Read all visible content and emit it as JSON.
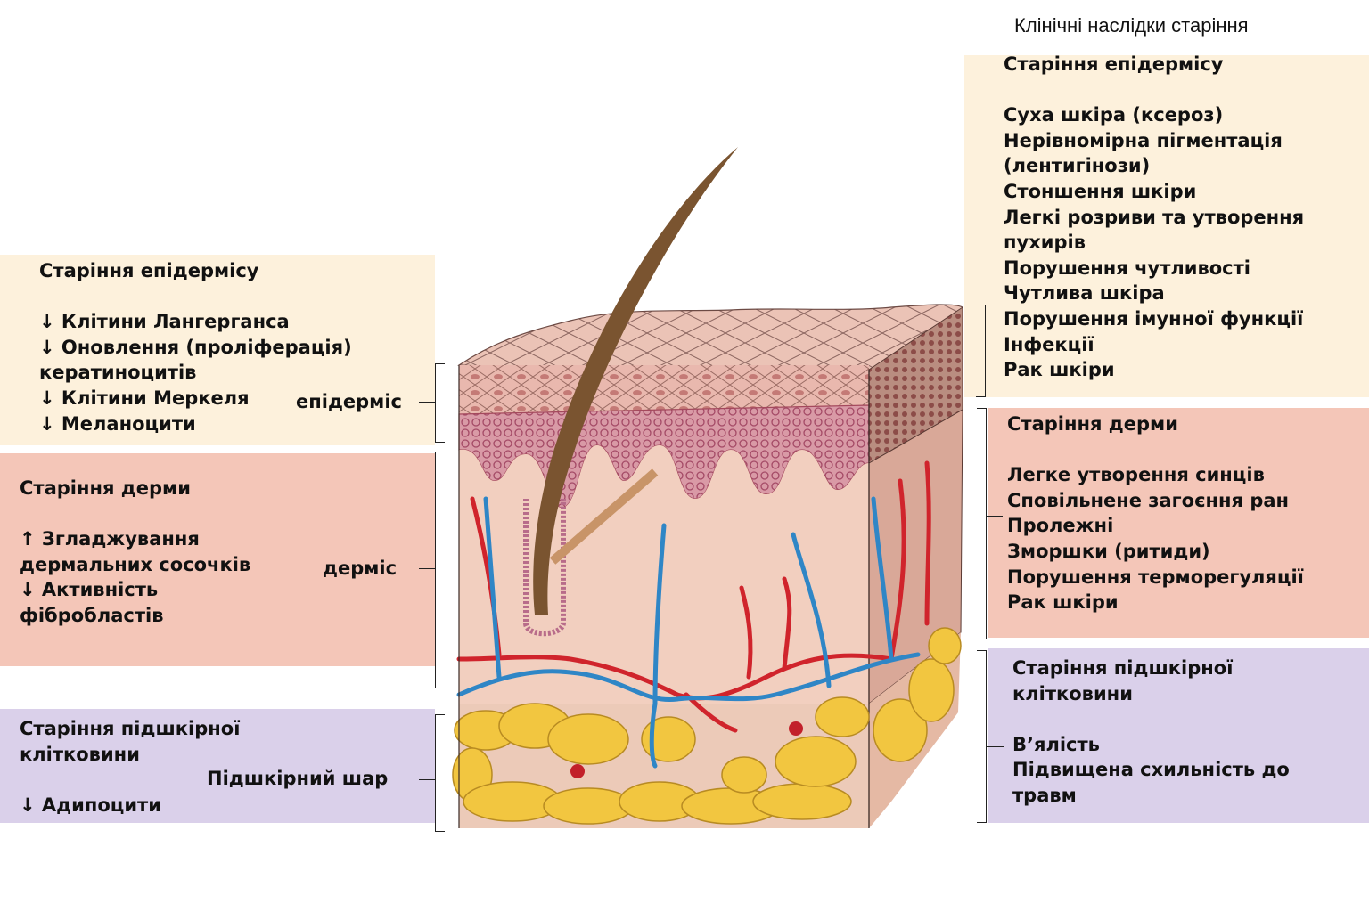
{
  "title": "Клінічні наслідки старіння",
  "colors": {
    "epidermis_panel": "#fdf1dc",
    "dermis_panel": "#f4c6b8",
    "subcutis_panel": "#dad0ea",
    "artery": "#d0242c",
    "vein": "#2f86c6",
    "fat": "#f2c640",
    "hair": "#7a5430"
  },
  "layer_labels": {
    "epidermis": "епідерміс",
    "dermis": "дерміс",
    "subcutis": "Підшкірний шар"
  },
  "left": {
    "epidermis": {
      "heading": "Старіння епідермісу",
      "items": [
        "↓ Клітини Лангерганса",
        "↓ Оновлення (проліферація)",
        "кератиноцитів",
        "↓ Клітини Меркеля",
        "↓ Меланоцити"
      ]
    },
    "dermis": {
      "heading": "Старіння дерми",
      "items": [
        "↑ Згладжування",
        "дермальних сосочків",
        "↓ Активність",
        "фібробластів"
      ]
    },
    "subcutis": {
      "heading": [
        "Старіння підшкірної",
        "клітковини"
      ],
      "items": [
        "↓ Адипоцити"
      ]
    }
  },
  "right": {
    "epidermis": {
      "heading": "Старіння епідермісу",
      "items": [
        "Суха шкіра (ксероз)",
        "Нерівномірна пігментація",
        "(лентигінози)",
        "Стоншення шкіри",
        "Легкі розриви та утворення",
        "пухирів",
        "Порушення чутливості",
        "Чутлива шкіра",
        "Порушення імунної функції",
        "Інфекції",
        "Рак шкіри"
      ]
    },
    "dermis": {
      "heading": "Старіння дерми",
      "items": [
        "Легке утворення синців",
        "Сповільнене загоєння ран",
        "Пролежні",
        "Зморшки (ритиди)",
        "Порушення терморегуляції",
        "Рак шкіри"
      ]
    },
    "subcutis": {
      "heading": [
        "Старіння підшкірної",
        "клітковини"
      ],
      "items": [
        "В’ялість",
        "Підвищена схильність до",
        "травм"
      ]
    }
  }
}
